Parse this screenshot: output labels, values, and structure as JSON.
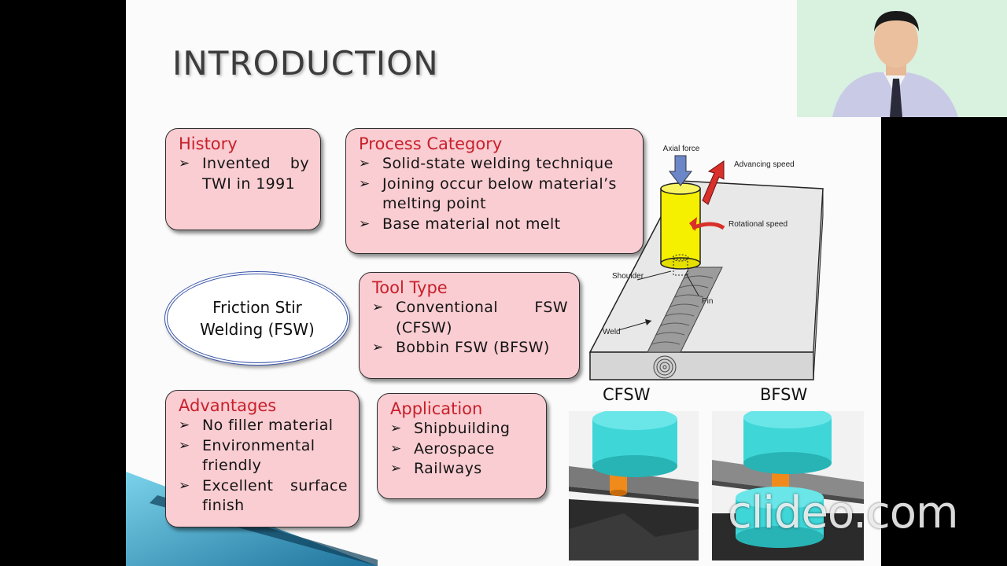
{
  "slide": {
    "title": "INTRODUCTION",
    "center": {
      "label": "Friction Stir Welding (FSW)"
    },
    "boxes": {
      "history": {
        "heading": "History",
        "items": [
          "Invented by TWI in 1991"
        ]
      },
      "process": {
        "heading": "Process Category",
        "items": [
          "Solid-state welding technique",
          "Joining occur below material’s melting point",
          "Base material not melt"
        ]
      },
      "tool": {
        "heading": "Tool Type",
        "items": [
          "Conventional FSW (CFSW)",
          "Bobbin FSW (BFSW)"
        ]
      },
      "advantages": {
        "heading": "Advantages",
        "items": [
          "No filler material",
          "Environmental friendly",
          "Excellent surface finish"
        ]
      },
      "application": {
        "heading": "Application",
        "items": [
          "Shipbuilding",
          "Aerospace",
          "Railways"
        ]
      }
    },
    "diagram": {
      "labels": {
        "axial": "Axial force",
        "advancing": "Advancing speed",
        "rotational": "Rotational speed",
        "shoulder": "Shoulder",
        "pin": "Pin",
        "weld": "Weld"
      }
    },
    "images": {
      "cfsw_label": "CFSW",
      "bfsw_label": "BFSW"
    }
  },
  "watermark": "clideo.com",
  "colors": {
    "box_fill": "#f9cdd2",
    "heading": "#c8202b",
    "tool_cyan": "#3fd6d8",
    "tool_orange": "#f08a1a",
    "oval_border": "#3a56a8"
  }
}
